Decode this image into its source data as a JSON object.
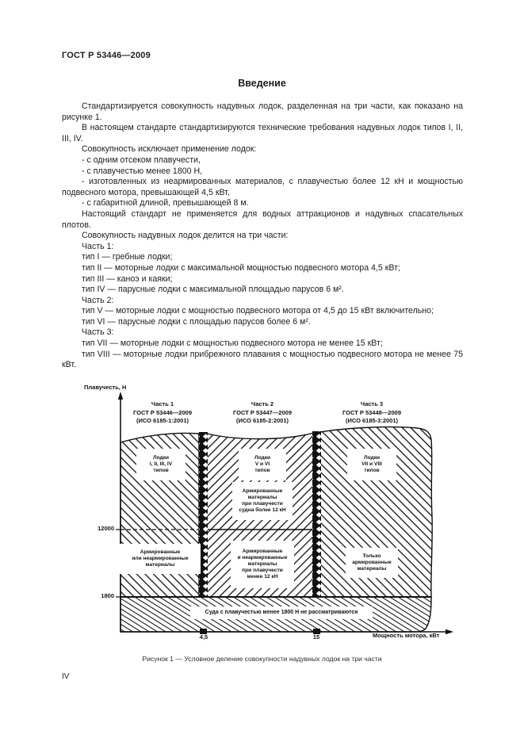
{
  "header": {
    "doc_number": "ГОСТ Р 53446—2009",
    "title": "Введение"
  },
  "body": {
    "paragraphs": [
      "Стандартизируется совокупность надувных лодок, разделенная на три части, как показано на рисунке 1.",
      "В настоящем стандарте стандартизируются технические требования надувных лодок типов I, II, III, IV.",
      "Совокупность исключает применение лодок:",
      "- с одним отсеком плавучести,",
      "- с плавучестью менее 1800 Н,",
      "- изготовленных из неармированных материалов, с плавучестью более 12 кН и мощностью подвесного мотора, превышающей 4,5 кВт,",
      "- с габаритной длиной, превышающей 8 м.",
      "Настоящий стандарт не применяется для водных аттракционов и надувных спасательных плотов.",
      "Совокупность надувных лодок делится на три части:",
      "Часть 1:",
      "тип I — гребные лодки;",
      "тип II — моторные лодки с максимальной мощностью подвесного мотора 4,5 кВт;",
      "тип III — каноэ и каяки;",
      "тип IV — парусные лодки с максимальной площадью парусов 6 м².",
      "Часть 2:",
      "тип V — моторные лодки с мощностью подвесного мотора от 4,5 до 15 кВт включительно;",
      "тип VI — парусные лодки с площадью парусов более 6 м².",
      "Часть 3:",
      "тип VII — моторные лодки с мощностью подвесного мотора не менее 15 кВт;",
      "тип VIII — моторные лодки прибрежного плавания с мощностью подвесного мотора не менее 75 кВт."
    ]
  },
  "figure": {
    "y_axis_label": "Плавучесть, Н",
    "x_axis_label": "Мощность мотора, кВт",
    "tick_y_12000": "12000",
    "tick_y_1800": "1800",
    "tick_x_45": "4,5",
    "tick_x_15": "15",
    "part1_header": "Часть 1\nГОСТ Р 53446—2009\n(ИСО 6185-1:2001)",
    "part2_header": "Часть 2\nГОСТ Р 53447—2009\n(ИСО 6185-2:2001)",
    "part3_header": "Часть 3\nГОСТ Р 53448—2009\n(ИСО 6185-3:2001)",
    "box_part1_types": "Лодки\nI, II, III, IV\nтипов",
    "box_part2_types": "Лодки\nV и VI\nтипов",
    "box_part3_types": "Лодки\nVII и VIII\nтипов",
    "box_part2_upper": "Армированные\nматериалы\nпри плавучести\nсудна более 12 кН",
    "box_part1_lower": "Армированные\nили неармированные\nматериалы",
    "box_part2_lower": "Армированные\nи неармированные\nматериалы\nпри плавучести\nменее 12 кН",
    "box_part3_lower": "Только\nармированные\nматериалы",
    "box_excluded": "Суда с плавучестью менее 1800 Н не рассматриваются",
    "caption": "Рисунок 1 — Условное деление совокупности надувных лодок на три части"
  },
  "footer": {
    "page_number": "IV"
  },
  "colors": {
    "ink": "#111111",
    "paper": "#ffffff"
  }
}
